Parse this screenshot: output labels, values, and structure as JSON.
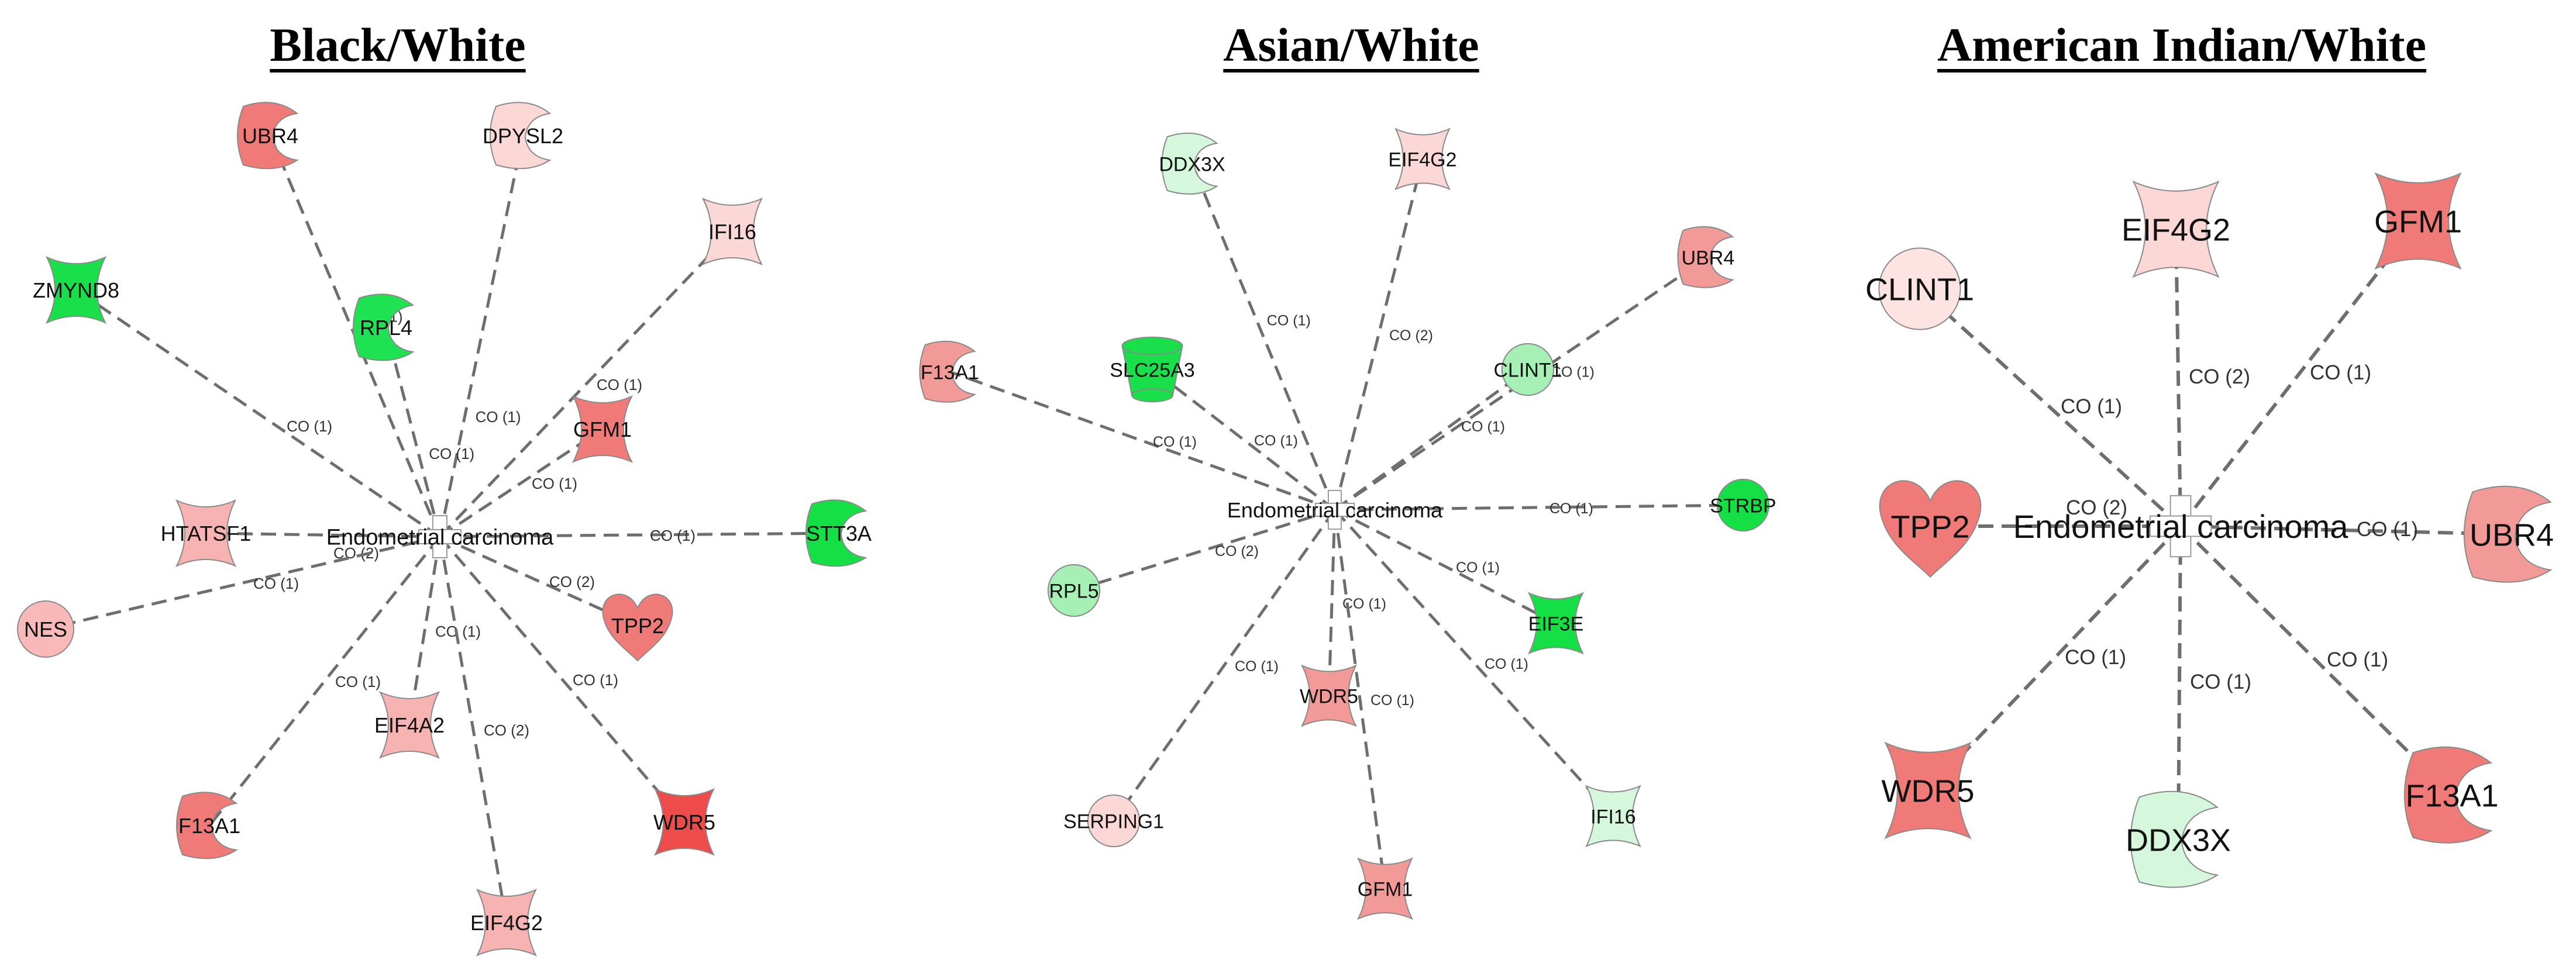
{
  "panels": [
    {
      "title": "Black/White",
      "center": "Endometrial carcinoma",
      "nodes": [
        {
          "label": "UBR4",
          "edge": "CO (1)",
          "shape": "crescent",
          "fill": "#f07a78"
        },
        {
          "label": "DPYSL2",
          "edge": "CO (1)",
          "shape": "crescent",
          "fill": "#fbd7d6"
        },
        {
          "label": "IFI16",
          "edge": "CO (1)",
          "shape": "hourglass",
          "fill": "#fbd7d6"
        },
        {
          "label": "ZMYND8",
          "edge": "CO (1)",
          "shape": "hourglass",
          "fill": "#19e04a"
        },
        {
          "label": "RPL4",
          "edge": "CO (1)",
          "shape": "crescent",
          "fill": "#1fe252"
        },
        {
          "label": "GFM1",
          "edge": "CO (1)",
          "shape": "hourglass",
          "fill": "#f07a78"
        },
        {
          "label": "HTATSF1",
          "edge": "CO (2)",
          "shape": "hourglass",
          "fill": "#f7b3b2"
        },
        {
          "label": "STT3A",
          "edge": "CO (1)",
          "shape": "crescent",
          "fill": "#14e046"
        },
        {
          "label": "NES",
          "edge": "CO (1)",
          "shape": "circle",
          "fill": "#f8b9b8"
        },
        {
          "label": "TPP2",
          "edge": "CO (2)",
          "shape": "heart",
          "fill": "#f07a78"
        },
        {
          "label": "EIF4A2",
          "edge": "CO (1)",
          "shape": "hourglass",
          "fill": "#f7b3b2"
        },
        {
          "label": "F13A1",
          "edge": "CO (1)",
          "shape": "crescent",
          "fill": "#f07a78"
        },
        {
          "label": "WDR5",
          "edge": "CO (1)",
          "shape": "hourglass",
          "fill": "#ee4c4a"
        },
        {
          "label": "EIF4G2",
          "edge": "CO (2)",
          "shape": "hourglass",
          "fill": "#f7b3b2"
        }
      ]
    },
    {
      "title": "Asian/White",
      "center": "Endometrial carcinoma",
      "nodes": [
        {
          "label": "DDX3X",
          "edge": "CO (1)",
          "shape": "crescent",
          "fill": "#d5f7dc"
        },
        {
          "label": "EIF4G2",
          "edge": "CO (2)",
          "shape": "hourglass",
          "fill": "#fbd7d6"
        },
        {
          "label": "UBR4",
          "edge": "CO (1)",
          "shape": "crescent",
          "fill": "#f29a98"
        },
        {
          "label": "F13A1",
          "edge": "CO (1)",
          "shape": "crescent",
          "fill": "#f29a98"
        },
        {
          "label": "SLC25A3",
          "edge": "CO (1)",
          "shape": "cup",
          "fill": "#19e04a"
        },
        {
          "label": "CLINT1",
          "edge": "CO (1)",
          "shape": "circle",
          "fill": "#a6f0b5"
        },
        {
          "label": "STRBP",
          "edge": "CO (1)",
          "shape": "circle",
          "fill": "#14e046"
        },
        {
          "label": "RPL5",
          "edge": "CO (2)",
          "shape": "circle",
          "fill": "#a6f0b5"
        },
        {
          "label": "EIF3E",
          "edge": "CO (1)",
          "shape": "hourglass",
          "fill": "#14e046"
        },
        {
          "label": "WDR5",
          "edge": "CO (1)",
          "shape": "hourglass",
          "fill": "#f29a98"
        },
        {
          "label": "SERPING1",
          "edge": "CO (1)",
          "shape": "circle",
          "fill": "#fbd7d6"
        },
        {
          "label": "GFM1",
          "edge": "CO (1)",
          "shape": "hourglass",
          "fill": "#f29a98"
        },
        {
          "label": "IFI16",
          "edge": "CO (1)",
          "shape": "hourglass",
          "fill": "#d5f7dc"
        }
      ]
    },
    {
      "title": "American Indian/White",
      "center": "Endometrial carcinoma",
      "nodes": [
        {
          "label": "CLINT1",
          "edge": "CO (1)",
          "shape": "circle",
          "fill": "#fde4e3"
        },
        {
          "label": "EIF4G2",
          "edge": "CO (2)",
          "shape": "hourglass",
          "fill": "#fbd7d6"
        },
        {
          "label": "GFM1",
          "edge": "CO (1)",
          "shape": "hourglass",
          "fill": "#f07a78"
        },
        {
          "label": "TPP2",
          "edge": "CO (2)",
          "shape": "heart",
          "fill": "#f07a78"
        },
        {
          "label": "UBR4",
          "edge": "CO (1)",
          "shape": "crescent",
          "fill": "#f29a98"
        },
        {
          "label": "WDR5",
          "edge": "CO (1)",
          "shape": "hourglass",
          "fill": "#f07a78"
        },
        {
          "label": "DDX3X",
          "edge": "CO (1)",
          "shape": "crescent",
          "fill": "#d5f7dc"
        },
        {
          "label": "F13A1",
          "edge": "CO (1)",
          "shape": "crescent",
          "fill": "#f07a78"
        }
      ]
    }
  ]
}
